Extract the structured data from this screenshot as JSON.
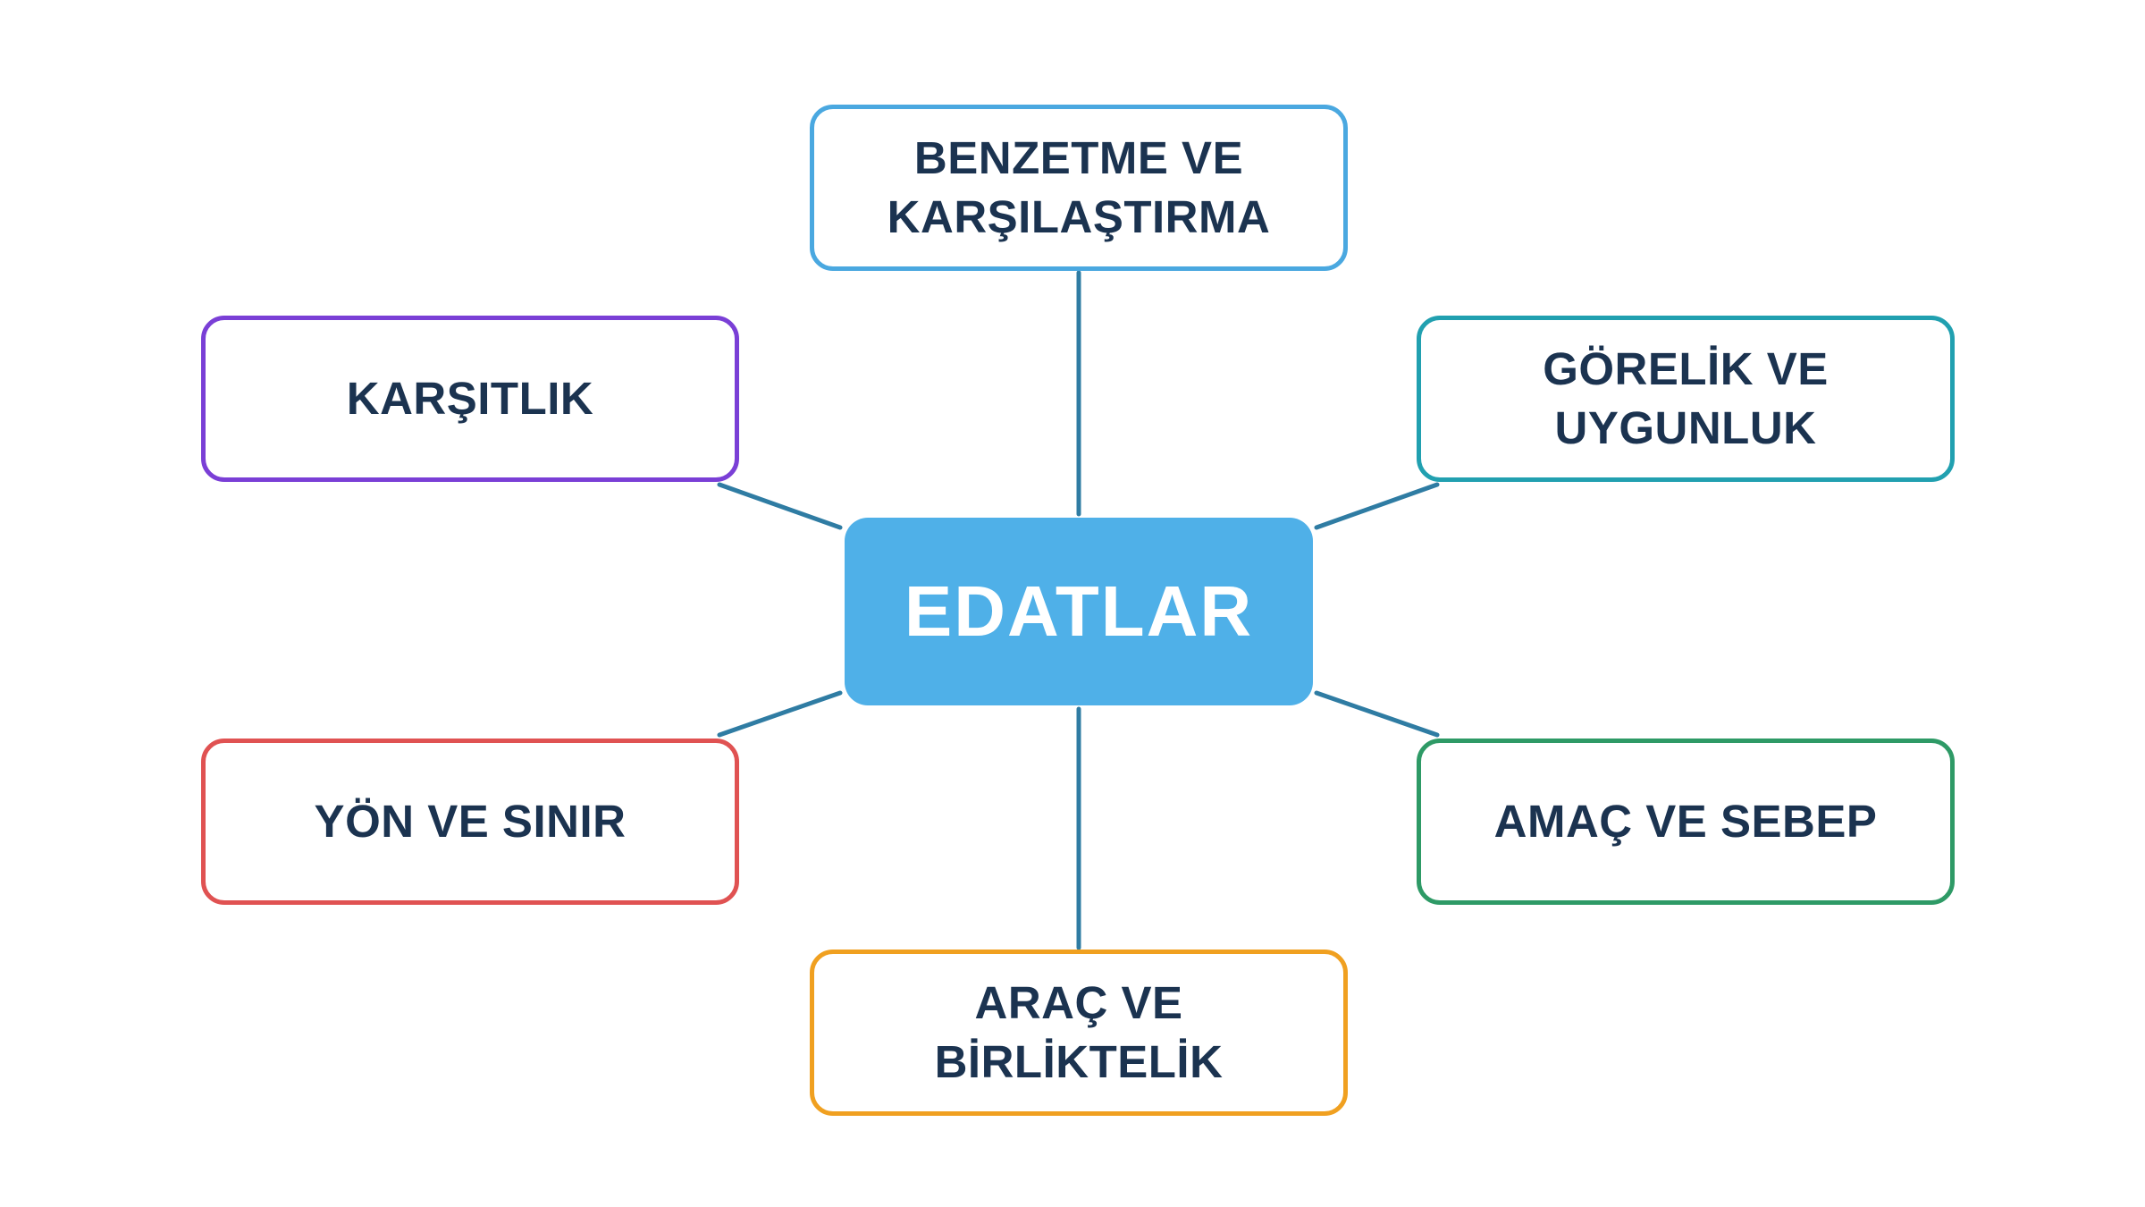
{
  "diagram": {
    "center": {
      "label": "EDATLAR",
      "color": "#4fb0e8"
    },
    "connector_color": "#2f7ca3",
    "nodes": [
      {
        "id": "top",
        "label": "BENZETME VE KARŞILAŞTIRMA",
        "color": "#4aa8e0"
      },
      {
        "id": "ul",
        "label": "KARŞITLIK",
        "color": "#7a3fd6"
      },
      {
        "id": "ur",
        "label": "GÖRELİK VE UYGUNLUK",
        "color": "#21a0b0"
      },
      {
        "id": "ll",
        "label": "YÖN VE SINIR",
        "color": "#e05252"
      },
      {
        "id": "lr",
        "label": "AMAÇ VE SEBEP",
        "color": "#2e9a66"
      },
      {
        "id": "bottom",
        "label": "ARAÇ VE BİRLİKTELİK",
        "color": "#f0a020"
      }
    ]
  }
}
